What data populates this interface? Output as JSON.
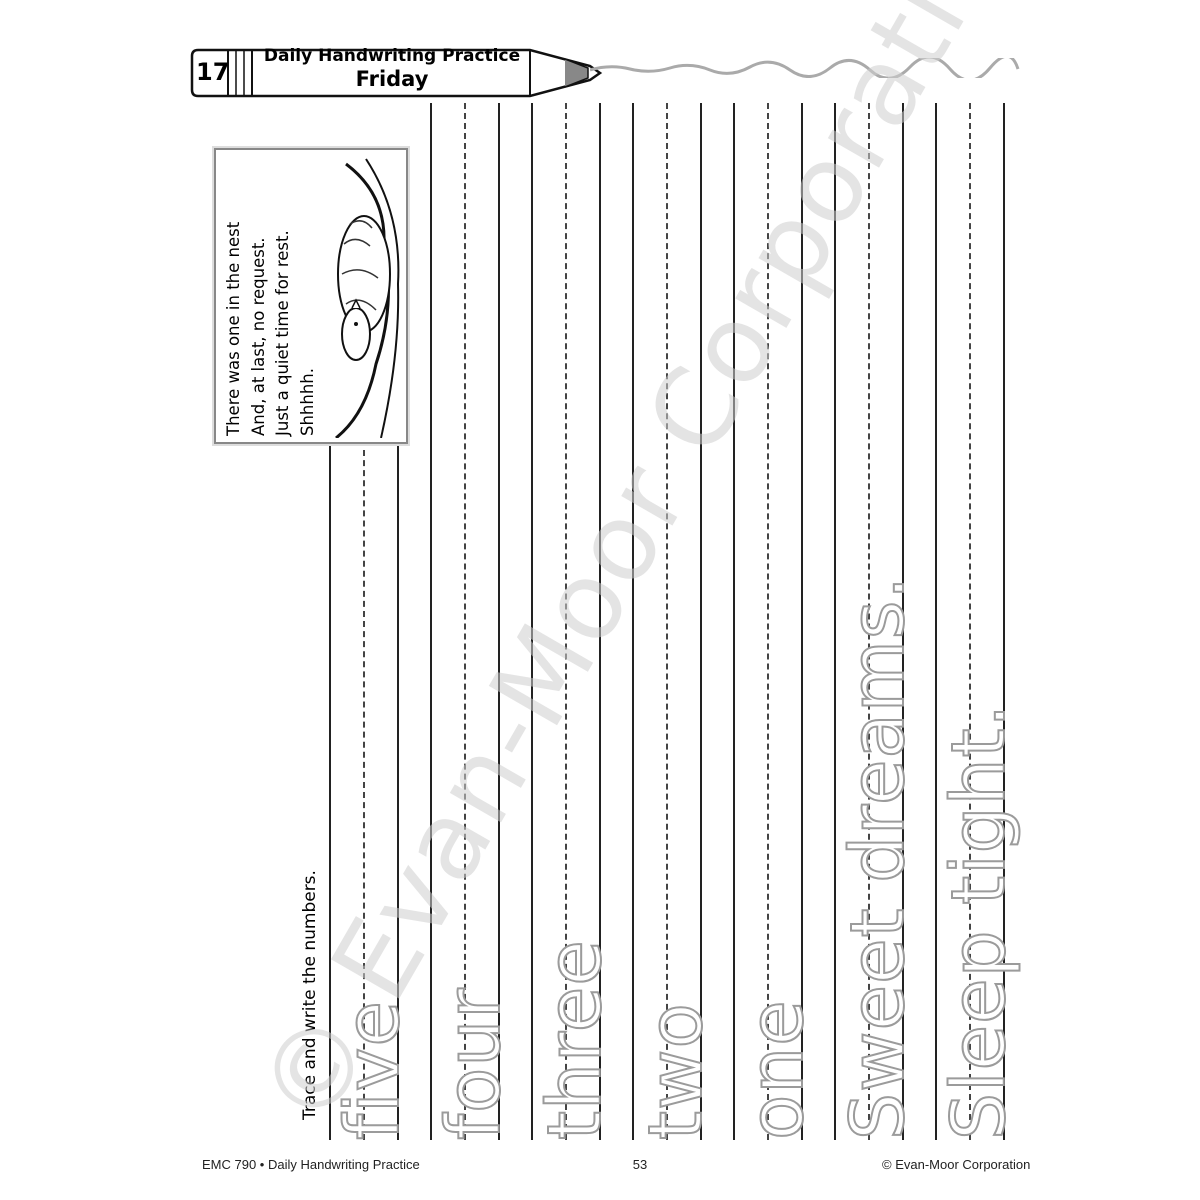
{
  "header": {
    "day_number": "17",
    "title": "Daily Handwriting Practice",
    "day": "Friday"
  },
  "poem": {
    "lines": [
      "There was one in the nest",
      "And, at last, no request.",
      "Just a quiet time for rest.",
      "Shhhhh."
    ]
  },
  "instruction": "Trace and write the numbers.",
  "trace_words": [
    "five",
    "four",
    "three",
    "two",
    "one",
    "Sweet dreams.",
    "Sleep tight."
  ],
  "watermark": "© Evan-Moor Corporation.",
  "footer": {
    "left": "EMC 790 • Daily Handwriting Practice",
    "page": "53",
    "right": "© Evan-Moor Corporation"
  },
  "colors": {
    "trace_outline": "#9b9b9b",
    "rule": "#222222",
    "watermark": "#cdcdcd"
  }
}
